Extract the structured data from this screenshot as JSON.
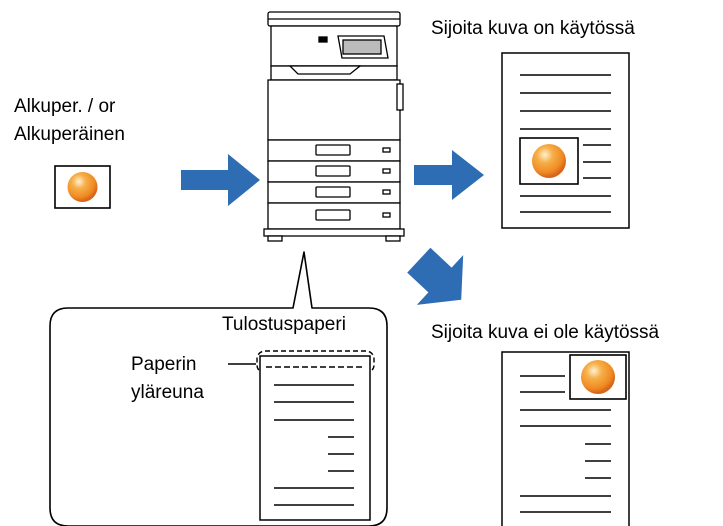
{
  "labels": {
    "original_line1": "Alkuper. / or",
    "original_line2": "Alkuperäinen",
    "placement_on": "Sijoita kuva on käytössä",
    "placement_off": "Sijoita kuva ei ole käytössä",
    "output_paper": "Tulostuspaperi",
    "paper_top_line1": "Paperin",
    "paper_top_line2": "yläreuna"
  },
  "colors": {
    "arrow": "#2e6db4",
    "image_fill": "#f39a2a",
    "image_highlight": "#fff2d2",
    "image_shade": "#d8661a",
    "line": "#000000",
    "machine": "#ffffff"
  },
  "icons": {
    "original": "orange-circle-image-icon",
    "machine": "multifunction-printer-icon",
    "arrow": "blue-right-arrow-icon"
  }
}
